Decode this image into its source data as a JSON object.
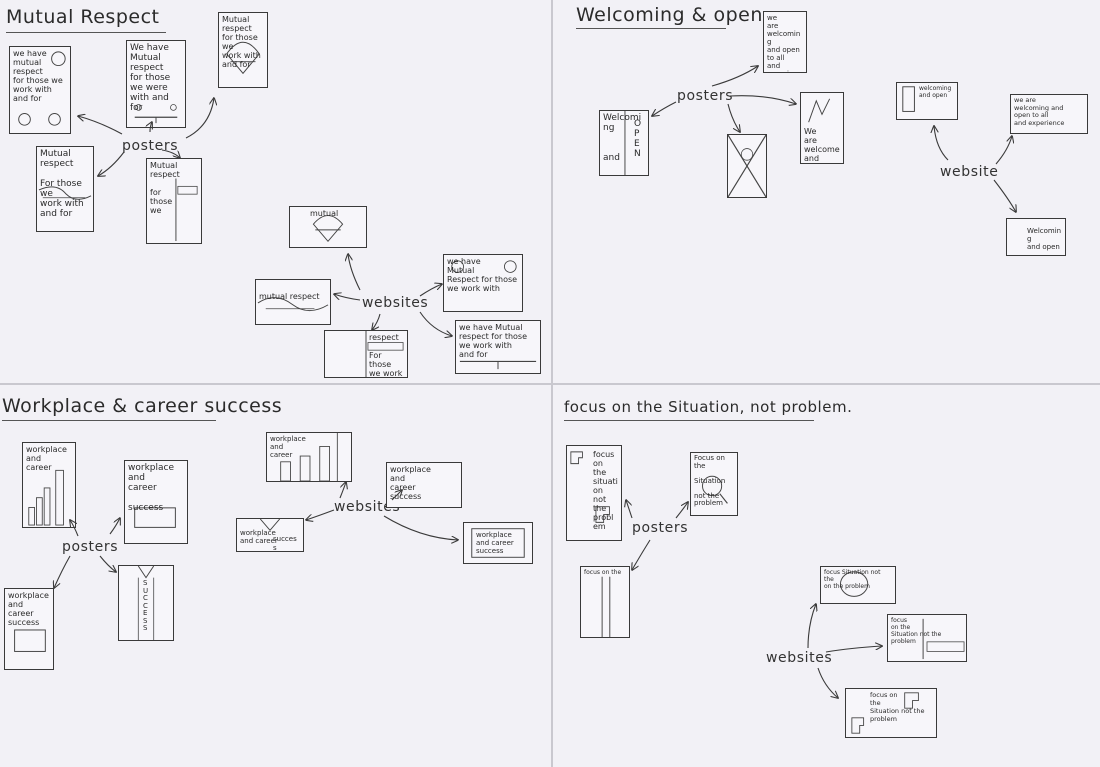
{
  "sections": [
    {
      "id": "mutual",
      "title": "Mutual Respect",
      "hubs": [
        {
          "id": "posters",
          "label": "posters"
        },
        {
          "id": "websites",
          "label": "websites"
        }
      ],
      "sketches": [
        {
          "id": "m1",
          "text": "we have\nmutual\nrespect\nfor those we\nwork with\nand for"
        },
        {
          "id": "m2",
          "text": "We have\nMutual\nrespect\nfor those\nwe were\nwith and\nfor"
        },
        {
          "id": "m3",
          "text": "Mutual\nrespect\nfor those we\nwork with and for"
        },
        {
          "id": "m4",
          "text": "Mutual\nrespect\n\nFor those we\nwork with and for"
        },
        {
          "id": "m5",
          "text": "Mutual\nrespect\n\nfor\nthose\nwe"
        },
        {
          "id": "m6",
          "text": "mutual"
        },
        {
          "id": "m7",
          "text": "mutual    respect"
        },
        {
          "id": "m8",
          "text": "we have\nMutual\nRespect for those\nwe work with"
        },
        {
          "id": "m9",
          "text": "respect\n\nFor those\nwe work\nwith"
        },
        {
          "id": "m10",
          "text": "we have Mutual\nrespect for those\nwe work with\nand for"
        }
      ]
    },
    {
      "id": "welcoming",
      "title": "Welcoming & open",
      "hubs": [
        {
          "id": "posters",
          "label": "posters"
        },
        {
          "id": "website",
          "label": "website"
        }
      ],
      "sketches": [
        {
          "id": "w1",
          "text": "we\nare\nwelcoming\nand open\nto all\nand\nexperience"
        },
        {
          "id": "w2",
          "text": "Welcoming\n\n\nand"
        },
        {
          "id": "w3",
          "text": "O\nP\nE\nN"
        },
        {
          "id": "w4",
          "text": "We\nare\nwelcome\nand open"
        },
        {
          "id": "w5",
          "text": "welcoming\nand open"
        },
        {
          "id": "w6",
          "text": "we are\nwelcoming and\nopen to all\nand experience"
        },
        {
          "id": "w7",
          "text": "Welcoming\nand open"
        }
      ]
    },
    {
      "id": "workplace",
      "title": "Workplace & career success",
      "hubs": [
        {
          "id": "posters",
          "label": "posters"
        },
        {
          "id": "websites",
          "label": "websites"
        }
      ],
      "sketches": [
        {
          "id": "c1",
          "text": "workplace\nand\ncareer"
        },
        {
          "id": "c2",
          "text": "workplace\nand\ncareer\n\nsuccess"
        },
        {
          "id": "c3",
          "text": "S\nU\nC\nC\nE\nS\nS"
        },
        {
          "id": "c4",
          "text": "workplace\nand\ncareer\nsuccess"
        },
        {
          "id": "c5",
          "text": "workplace\nand\ncareer"
        },
        {
          "id": "c6",
          "text": "workplace\nand\ncareer\nsuccess"
        },
        {
          "id": "c7",
          "text": "workplace\nand career"
        },
        {
          "id": "c8",
          "text": "success"
        },
        {
          "id": "c9",
          "text": "workplace\nand career\nsuccess"
        }
      ]
    },
    {
      "id": "focus",
      "title": "focus on the Situation, not problem.",
      "hubs": [
        {
          "id": "posters",
          "label": "posters"
        },
        {
          "id": "websites",
          "label": "websites"
        }
      ],
      "sketches": [
        {
          "id": "f1",
          "text": "focus\non the\nsituation not\nthe\nproblem"
        },
        {
          "id": "f2",
          "text": "Focus on\nthe\n\nSituation\n\nnot the\nproblem"
        },
        {
          "id": "f3",
          "text": "focus on the"
        },
        {
          "id": "f4",
          "text": "focus    Situation    not the\non the                      problem"
        },
        {
          "id": "f5",
          "text": "focus\non the\nSituation     not the\n                  problem"
        },
        {
          "id": "f6",
          "text": "focus on\nthe\nSituation      not the\n                 problem"
        }
      ]
    }
  ],
  "colors": {
    "paper": "#f2f1f6",
    "pencil": "#3a3a3a",
    "fold_line": "#c9c8cf"
  }
}
